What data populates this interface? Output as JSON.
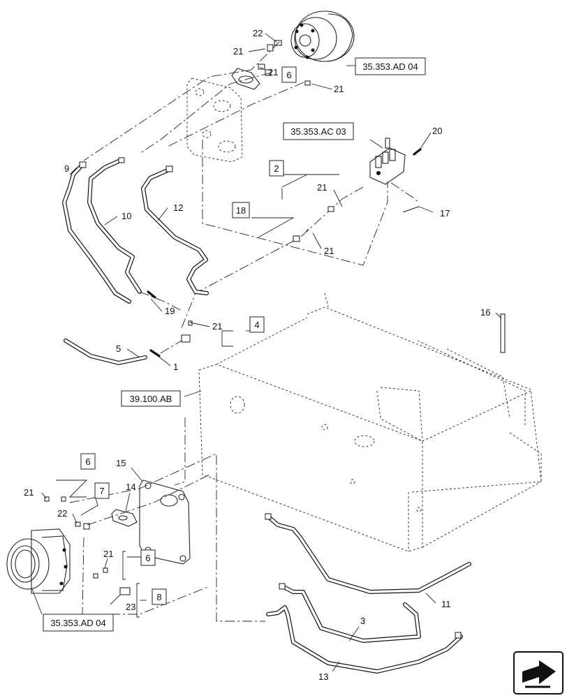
{
  "references": {
    "motor_top": "35.353.AD 04",
    "motor_bottom": "35.353.AD 04",
    "valve": "35.353.AC 03",
    "frame": "39.100.AB"
  },
  "kits": {
    "k2": "2",
    "k18": "18",
    "k4": "4",
    "k6_top": "6",
    "k6_left": "6",
    "k6_mid": "6",
    "k7": "7",
    "k8": "8"
  },
  "callouts": {
    "c22_top": "22",
    "c21_top_a": "21",
    "c21_top_b": "21",
    "c20": "20",
    "c9": "9",
    "c10": "10",
    "c12": "12",
    "c21_valve": "21",
    "c17": "17",
    "c21_mid": "21",
    "c19": "19",
    "c21_tee": "21",
    "c5": "5",
    "c1": "1",
    "c16": "16",
    "c15": "15",
    "c14": "14",
    "c21_left": "21",
    "c22_left": "22",
    "c21_low": "21",
    "c23": "23",
    "c11": "11",
    "c3": "3",
    "c13": "13"
  },
  "icons": {
    "navigation": "page-turn-arrow-icon"
  }
}
